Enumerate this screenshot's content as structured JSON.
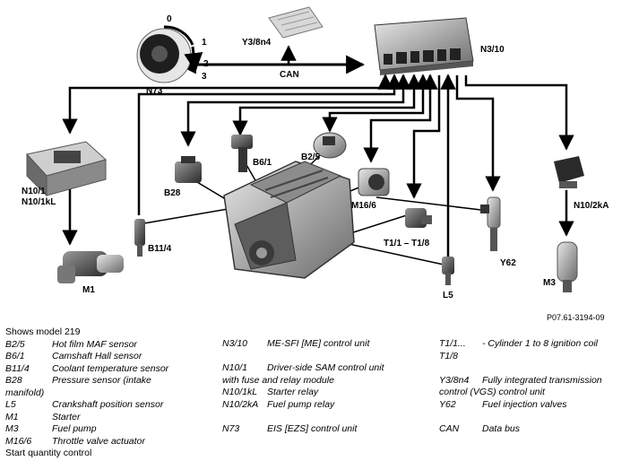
{
  "diagram": {
    "labels": {
      "can": "CAN",
      "n3_10": "N3/10",
      "y3_8n4": "Y3/8n4",
      "n73": "N73",
      "n10_1": "N10/1",
      "n10_1kl": "N10/1kL",
      "m1": "M1",
      "b28": "B28",
      "b6_1": "B6/1",
      "b2_5": "B2/5",
      "b11_4": "B11/4",
      "m16_6": "M16/6",
      "t1": "T1/1 – T1/8",
      "l5": "L5",
      "y62": "Y62",
      "n10_2ka": "N10/2kA",
      "m3": "M3",
      "key_pos_0": "0",
      "key_pos_1": "1",
      "key_pos_2": "2",
      "key_pos_3": "3"
    },
    "figure_number": "P07.61-3194-09"
  },
  "legend": {
    "intro": "Shows model 219",
    "col1": [
      {
        "code": "B2/5",
        "desc": "Hot film MAF sensor"
      },
      {
        "code": "B6/1",
        "desc": "Camshaft Hall sensor"
      },
      {
        "code": "B11/4",
        "desc": "Coolant temperature sensor"
      },
      {
        "code": "B28",
        "desc": "Pressure sensor (intake"
      },
      {
        "code": "",
        "desc": "manifold)"
      },
      {
        "code": "L5",
        "desc": "Crankshaft position sensor"
      },
      {
        "code": "M1",
        "desc": "Starter"
      },
      {
        "code": "M3",
        "desc": "Fuel pump"
      },
      {
        "code": "M16/6",
        "desc": "Throttle valve actuator"
      }
    ],
    "col1_footer": "Start quantity control",
    "col2": [
      {
        "code": "N3/10",
        "desc": "ME-SFI [ME] control unit"
      },
      {
        "code": "",
        "desc": ""
      },
      {
        "code": "N10/1",
        "desc": "Driver-side SAM control unit"
      },
      {
        "code": "",
        "desc": "with fuse and relay module"
      },
      {
        "code": "N10/1kL",
        "desc": "Starter relay"
      },
      {
        "code": "N10/2kA",
        "desc": "Fuel pump relay"
      },
      {
        "code": "",
        "desc": ""
      },
      {
        "code": "N73",
        "desc": "EIS [EZS] control unit"
      }
    ],
    "col3": [
      {
        "code": "T1/1...",
        "desc": "- Cylinder 1 to 8 ignition coil"
      },
      {
        "code": "T1/8",
        "desc": ""
      },
      {
        "code": "",
        "desc": ""
      },
      {
        "code": "Y3/8n4",
        "desc": "Fully integrated transmission"
      },
      {
        "code": "",
        "desc": "control (VGS) control unit"
      },
      {
        "code": "Y62",
        "desc": "Fuel injection valves"
      },
      {
        "code": "",
        "desc": ""
      },
      {
        "code": "CAN",
        "desc": "Data bus"
      }
    ]
  }
}
